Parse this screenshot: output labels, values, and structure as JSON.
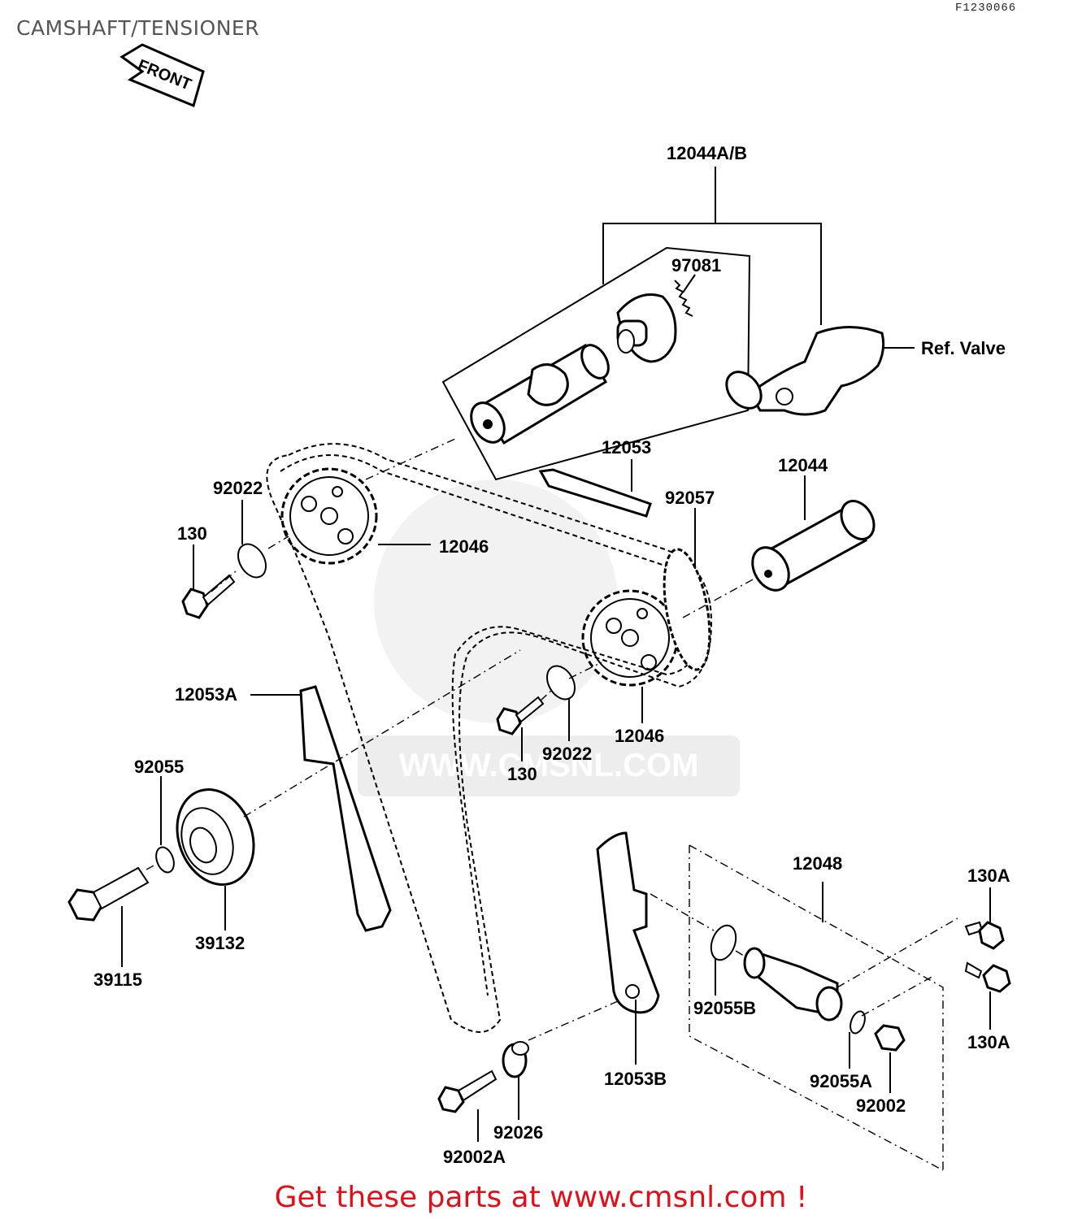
{
  "page": {
    "title": "CAMSHAFT/TENSIONER",
    "diagram_code": "F1230066",
    "footer": "Get these parts at www.cmsnl.com !"
  },
  "diagram": {
    "front_arrow": "FRONT",
    "watermark": "WWW.CMSNL.COM",
    "reference": "Ref. Valve",
    "labels": {
      "p12044ab": "12044A/B",
      "p97081": "97081",
      "p12053": "12053",
      "p92057": "92057",
      "p12044": "12044",
      "p92022a": "92022",
      "p130a": "130",
      "p12046a": "12046",
      "p12053a": "12053A",
      "p92055": "92055",
      "p39132": "39132",
      "p39115": "39115",
      "p130b": "130",
      "p92022b": "92022",
      "p12046b": "12046",
      "p12048": "12048",
      "p130A1": "130A",
      "p130A2": "130A",
      "p92055b": "92055B",
      "p92055a": "92055A",
      "p92002": "92002",
      "p12053b": "12053B",
      "p92026": "92026",
      "p92002a": "92002A"
    }
  }
}
